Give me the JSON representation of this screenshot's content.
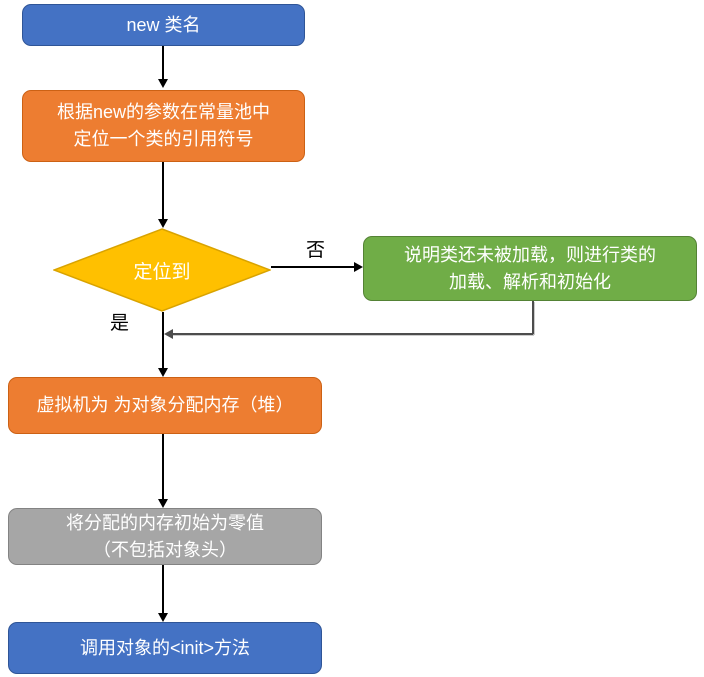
{
  "colors": {
    "blue-fill": "#4472C4",
    "blue-border": "#2F5597",
    "orange-fill": "#ED7D31",
    "orange-border": "#CC6114",
    "gold-fill": "#FFC000",
    "gold-border": "#D9A300",
    "green-fill": "#70AD47",
    "green-border": "#548235",
    "gray-fill": "#A6A6A6",
    "gray-border": "#838383",
    "arrow": "#000000",
    "return-line": "#4d4d4d",
    "node-text": "#FFFFFF",
    "label-text": "#000000"
  },
  "nodes": {
    "start": {
      "label": "new 类名"
    },
    "locate_symbol": {
      "line1": "根据new的参数在常量池中",
      "line2": "定位一个类的引用符号"
    },
    "decision": {
      "label": "定位到"
    },
    "class_loading": {
      "line1": "说明类还未被加载，则进行类的",
      "line2": "加载、解析和初始化"
    },
    "allocate_memory": {
      "label": "虚拟机为 为对象分配内存（堆）"
    },
    "zero_memory": {
      "line1": "将分配的内存初始为零值",
      "line2": "（不包括对象头）"
    },
    "call_init": {
      "label": "调用对象的<init>方法"
    }
  },
  "edge_labels": {
    "no": "否",
    "yes": "是"
  }
}
